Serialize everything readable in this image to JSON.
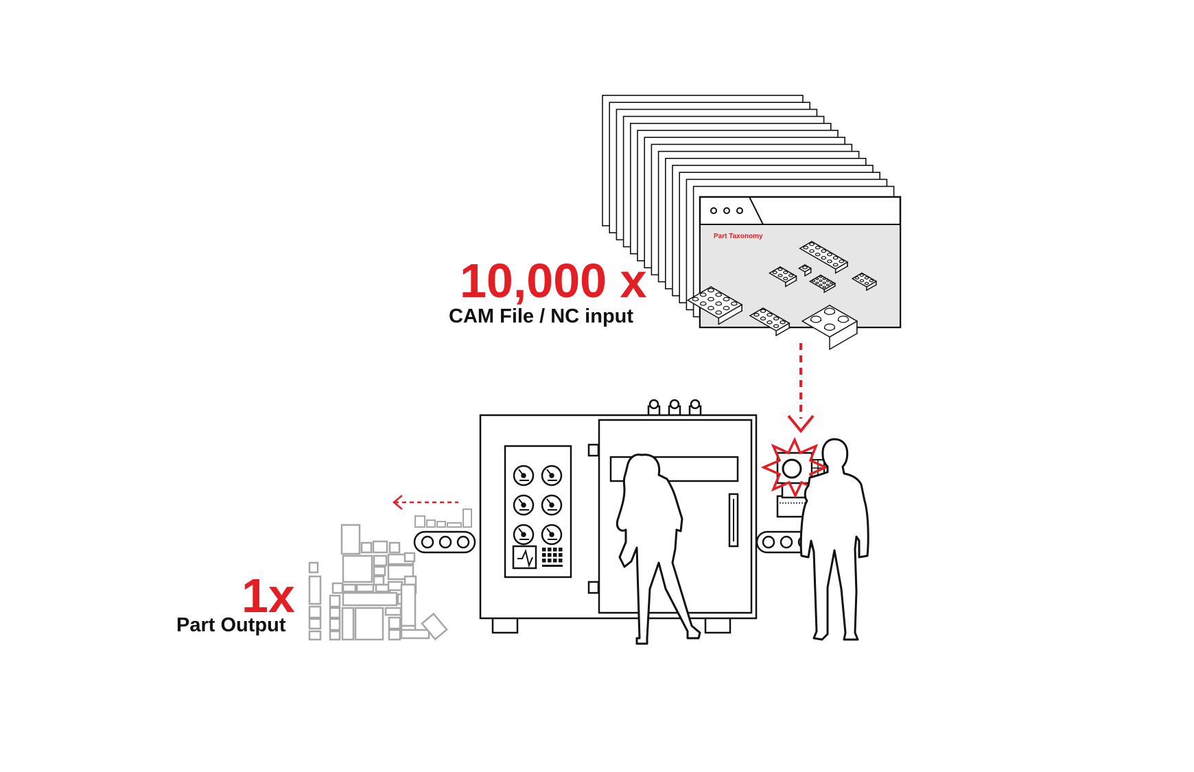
{
  "input": {
    "count": "10,000 x",
    "caption": "CAM File / NC input",
    "window_title": "Part Taxonomy",
    "window_buttons": [
      "dot",
      "dot",
      "dot"
    ]
  },
  "output": {
    "count": "1x",
    "caption": "Part Output"
  },
  "colors": {
    "accent": "#e31e24",
    "ink": "#111111",
    "screen_fill": "#e6e6e6",
    "parts_gray": "#a6a6a6"
  },
  "icons": [
    "file-stack-icon",
    "browser-window-icon",
    "lego-plate-icon",
    "cnc-machine-icon",
    "conveyor-icon",
    "gauge-icon",
    "keypad-icon",
    "oscilloscope-icon",
    "woman-silhouette-icon",
    "man-silhouette-icon",
    "burst-icon",
    "down-arrow-icon",
    "left-arrow-icon",
    "parts-pile-icon"
  ]
}
